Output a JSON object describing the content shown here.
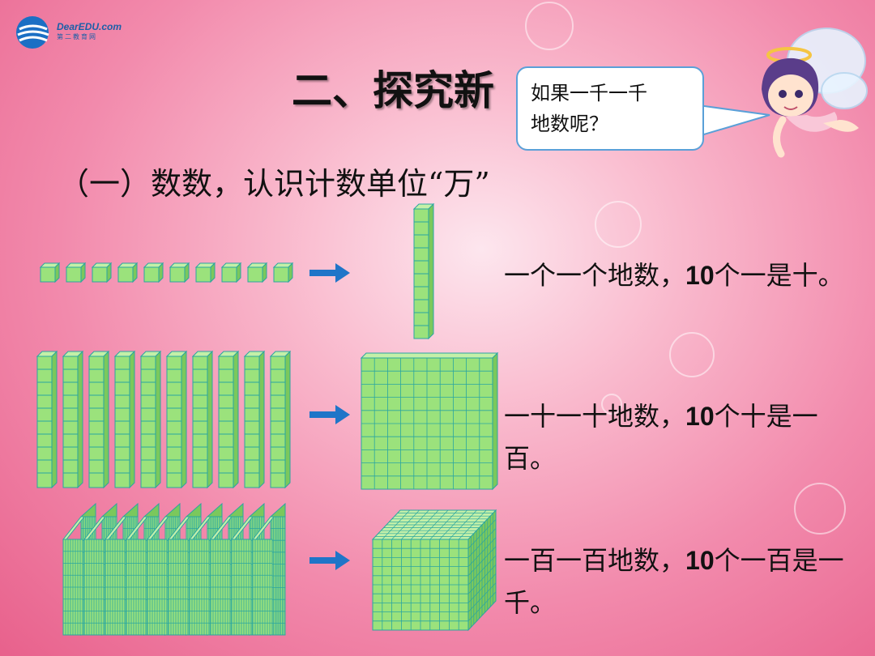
{
  "logo": {
    "brand": "DearEDU.com",
    "tagline": "第二教育网"
  },
  "title": "二、探究新",
  "speech_bubble": {
    "line1": "如果一千一千",
    "line2": "地数呢？"
  },
  "subtitle": "（一）数数，认识计数单位“万”",
  "rows": [
    {
      "pre": "一个一个地数，",
      "count": "10",
      "post": "个一是十。",
      "line2": ""
    },
    {
      "pre": "一十一十地数，",
      "count": "10",
      "post": "个十是一",
      "line2": "百。"
    },
    {
      "pre": "一百一百地数，",
      "count": "10",
      "post": "个一百是一",
      "line2": "千。"
    }
  ],
  "colors": {
    "block_fill": "#9be27c",
    "block_line": "#2aa6a0",
    "arrow": "#1f75c8",
    "bubble_border": "#5aa0d8"
  }
}
